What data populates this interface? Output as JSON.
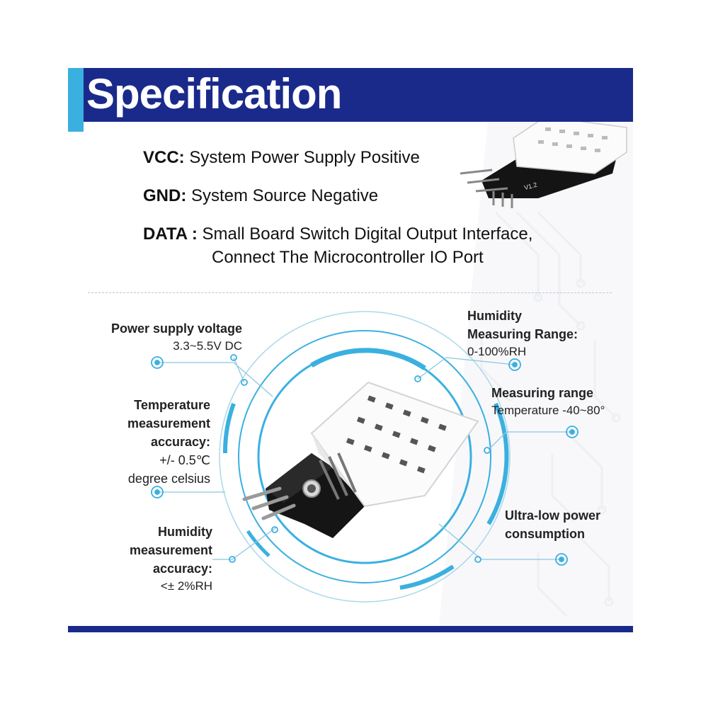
{
  "header": {
    "title": "Specification"
  },
  "pins": [
    {
      "name": "VCC:",
      "desc": "System Power Supply Positive"
    },
    {
      "name": "GND:",
      "desc": "System Source Negative"
    },
    {
      "name": "DATA :",
      "desc": "Small Board Switch Digital Output Interface,",
      "desc2": "Connect The Microcontroller IO Port"
    }
  ],
  "features": {
    "power_supply": {
      "title": "Power supply voltage",
      "value": "3.3~5.5V DC"
    },
    "temp_accuracy": {
      "title1": "Temperature",
      "title2": "measurement",
      "title3": "accuracy:",
      "value1": "+/- 0.5℃",
      "value2": "degree celsius"
    },
    "humidity_accuracy": {
      "title1": "Humidity",
      "title2": "measurement",
      "title3": "accuracy:",
      "value": "<± 2%RH"
    },
    "humidity_range": {
      "title1": "Humidity",
      "title2": "Measuring Range:",
      "value": "0-100%RH"
    },
    "temp_range": {
      "title": "Measuring range",
      "value": "Temperature -40~80°"
    },
    "power_consumption": {
      "title1": "Ultra-low power",
      "title2": "consumption"
    }
  },
  "board": {
    "label": "V1.2"
  },
  "colors": {
    "header_blue": "#1a2a8a",
    "accent_cyan": "#3ab0e0",
    "ring_blue": "#5bb8dc"
  }
}
